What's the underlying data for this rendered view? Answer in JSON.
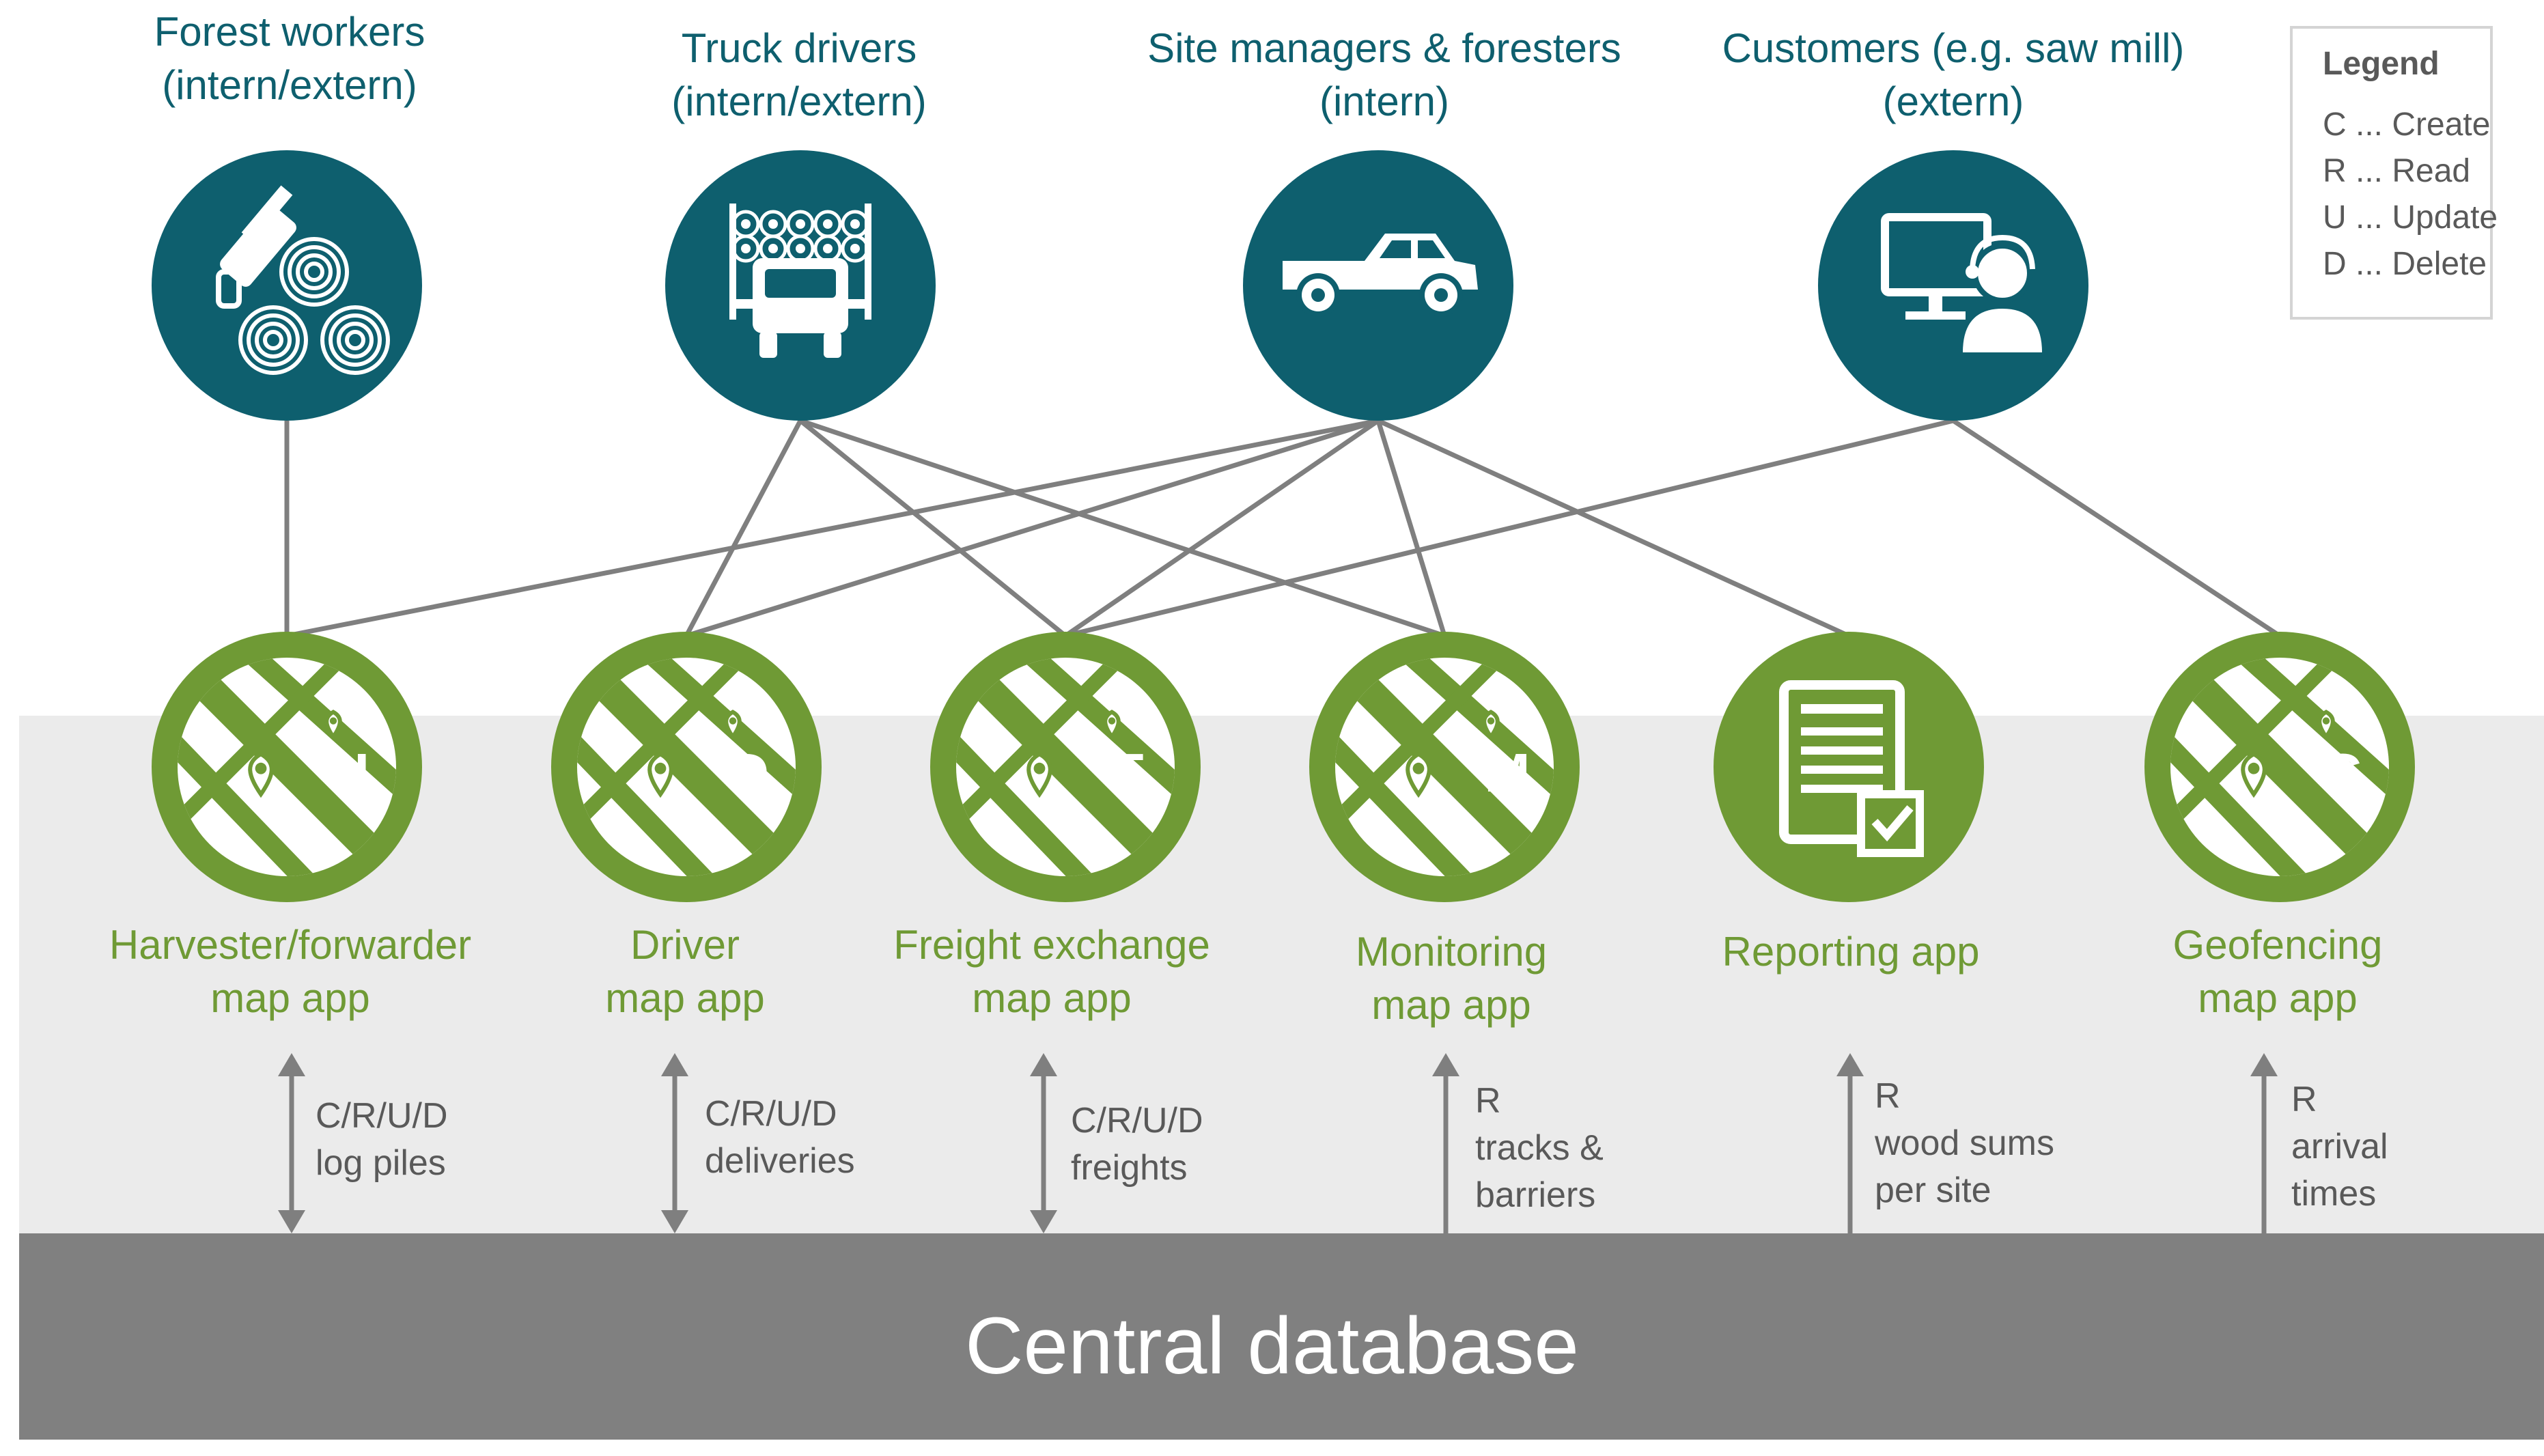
{
  "users": [
    {
      "id": "forest-workers",
      "label_line1": "Forest workers",
      "label_line2": "(intern/extern)",
      "icon": "chainsaw-logs-icon"
    },
    {
      "id": "truck-drivers",
      "label_line1": "Truck drivers",
      "label_line2": "(intern/extern)",
      "icon": "log-truck-icon"
    },
    {
      "id": "site-managers",
      "label_line1": "Site managers & foresters",
      "label_line2": "(intern)",
      "icon": "pickup-truck-icon"
    },
    {
      "id": "customers",
      "label_line1": "Customers (e.g. saw mill)",
      "label_line2": "(extern)",
      "icon": "computer-operator-icon"
    }
  ],
  "apps": [
    {
      "id": "harvester",
      "label_line1": "Harvester/forwarder",
      "label_line2": "map app",
      "letter": "H",
      "icon": "map-pin-icon",
      "access_line1": "C/R/U/D",
      "access_line2": "log piles",
      "access_line3": "",
      "arrow": "bidirectional"
    },
    {
      "id": "driver",
      "label_line1": "Driver",
      "label_line2": "map app",
      "letter": "D",
      "icon": "map-pin-icon",
      "access_line1": "C/R/U/D",
      "access_line2": "deliveries",
      "access_line3": "",
      "arrow": "bidirectional"
    },
    {
      "id": "freight",
      "label_line1": "Freight exchange",
      "label_line2": "map app",
      "letter": "F",
      "icon": "map-pin-icon",
      "access_line1": "C/R/U/D",
      "access_line2": "freights",
      "access_line3": "",
      "arrow": "bidirectional"
    },
    {
      "id": "monitoring",
      "label_line1": "Monitoring",
      "label_line2": "map app",
      "letter": "M",
      "icon": "map-pin-icon",
      "access_line1": "R",
      "access_line2": "tracks &",
      "access_line3": "barriers",
      "arrow": "read-only"
    },
    {
      "id": "reporting",
      "label_line1": "Reporting app",
      "label_line2": "",
      "letter": "",
      "icon": "report-document-icon",
      "access_line1": "R",
      "access_line2": "wood sums",
      "access_line3": "per site",
      "arrow": "read-only"
    },
    {
      "id": "geofencing",
      "label_line1": "Geofencing",
      "label_line2": "map app",
      "letter": "G",
      "icon": "map-pin-icon",
      "access_line1": "R",
      "access_line2": "arrival",
      "access_line3": "times",
      "arrow": "read-only"
    }
  ],
  "connections": [
    [
      "forest-workers",
      "harvester"
    ],
    [
      "truck-drivers",
      "driver"
    ],
    [
      "truck-drivers",
      "freight"
    ],
    [
      "truck-drivers",
      "monitoring"
    ],
    [
      "site-managers",
      "harvester"
    ],
    [
      "site-managers",
      "driver"
    ],
    [
      "site-managers",
      "freight"
    ],
    [
      "site-managers",
      "monitoring"
    ],
    [
      "site-managers",
      "reporting"
    ],
    [
      "customers",
      "freight"
    ],
    [
      "customers",
      "geofencing"
    ]
  ],
  "database": {
    "label": "Central database"
  },
  "legend": {
    "title": "Legend",
    "items": [
      "C ... Create",
      "R ... Read",
      "U ... Update",
      "D ... Delete"
    ]
  },
  "colors": {
    "user_teal": "#0e5f6e",
    "app_green": "#6f9a35",
    "database_gray": "#808080",
    "band_gray": "#ebebeb",
    "connector_gray": "#7f7f7f",
    "access_text": "#595959"
  }
}
